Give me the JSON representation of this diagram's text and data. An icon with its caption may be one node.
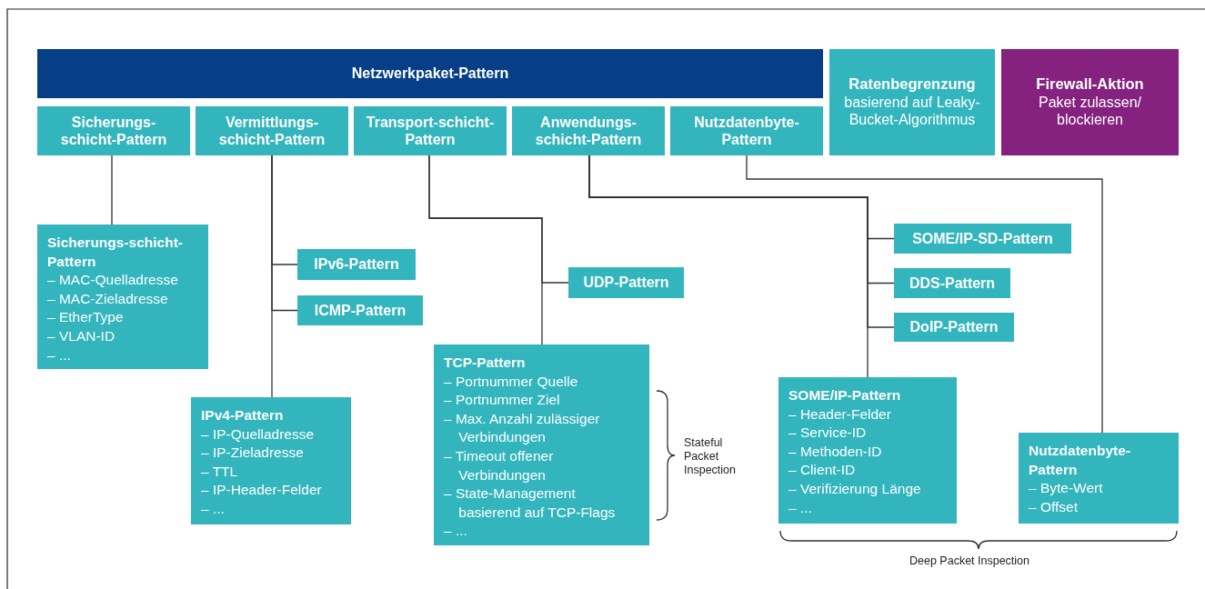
{
  "diagram": {
    "nodes": [
      {
        "text": [
          "Netzwerkpaket-Pattern"
        ]
      },
      {
        "text": [
          "Sicherungs-schicht-Pattern"
        ]
      },
      {
        "text": [
          "Vermittlungs-schicht-Pattern"
        ]
      },
      {
        "text": [
          "Transport-schicht-Pattern"
        ]
      },
      {
        "text": [
          "Anwendungs-schicht-Pattern"
        ]
      },
      {
        "text": [
          "Nutzdatenbyte-Pattern"
        ]
      },
      {
        "text": [
          "Ratenbegrenzung",
          "basierend auf Leaky-Bucket-Algorithmus"
        ]
      },
      {
        "text": [
          "Firewall-Aktion",
          "Paket zulassen/ blockieren"
        ]
      },
      {
        "text": [
          "Sicherungs-schicht-Pattern",
          "– MAC-Quelladresse",
          "– MAC-Zieladresse",
          "– EtherType",
          "– VLAN-ID",
          "– ..."
        ]
      },
      {
        "text": [
          "IPv6-Pattern"
        ]
      },
      {
        "text": [
          "ICMP-Pattern"
        ]
      },
      {
        "text": [
          "IPv4-Pattern",
          "– IP-Quelladresse",
          "– IP-Zieladresse",
          "– TTL",
          "– IP-Header-Felder",
          "– ..."
        ]
      },
      {
        "text": [
          "UDP-Pattern"
        ]
      },
      {
        "text": [
          "TCP-Pattern",
          "– Portnummer Quelle",
          "– Portnummer Ziel",
          "– Max. Anzahl zulässiger Verbindungen",
          "– Timeout offener Verbindungen",
          "– State-Management basierend auf TCP-Flags",
          "– ..."
        ]
      },
      {
        "text": [
          "SOME/IP-SD-Pattern"
        ]
      },
      {
        "text": [
          "DDS-Pattern"
        ]
      },
      {
        "text": [
          "DoIP-Pattern"
        ]
      },
      {
        "text": [
          "SOME/IP-Pattern",
          "– Header-Felder",
          "– Service-ID",
          "– Methoden-ID",
          "– Client-ID",
          "– Verifizierung Länge",
          "– ..."
        ]
      },
      {
        "text": [
          "Nutzdatenbyte-Pattern",
          "– Byte-Wert",
          "– Offset"
        ]
      }
    ],
    "edges": [
      {
        "from": 1,
        "to": 8,
        "arrow": "none"
      },
      {
        "from": 2,
        "to": 9,
        "arrow": "none"
      },
      {
        "from": 2,
        "to": 10,
        "arrow": "none"
      },
      {
        "from": 2,
        "to": 11,
        "arrow": "none"
      },
      {
        "from": 3,
        "to": 12,
        "arrow": "none"
      },
      {
        "from": 3,
        "to": 13,
        "arrow": "none"
      },
      {
        "from": 4,
        "to": 14,
        "arrow": "none"
      },
      {
        "from": 4,
        "to": 15,
        "arrow": "none"
      },
      {
        "from": 4,
        "to": 16,
        "arrow": "none"
      },
      {
        "from": 4,
        "to": 17,
        "arrow": "none"
      },
      {
        "from": 5,
        "to": 18,
        "arrow": "none"
      }
    ],
    "labels": [
      "Stateful Packet Inspection",
      "Deep Packet Inspection"
    ]
  }
}
